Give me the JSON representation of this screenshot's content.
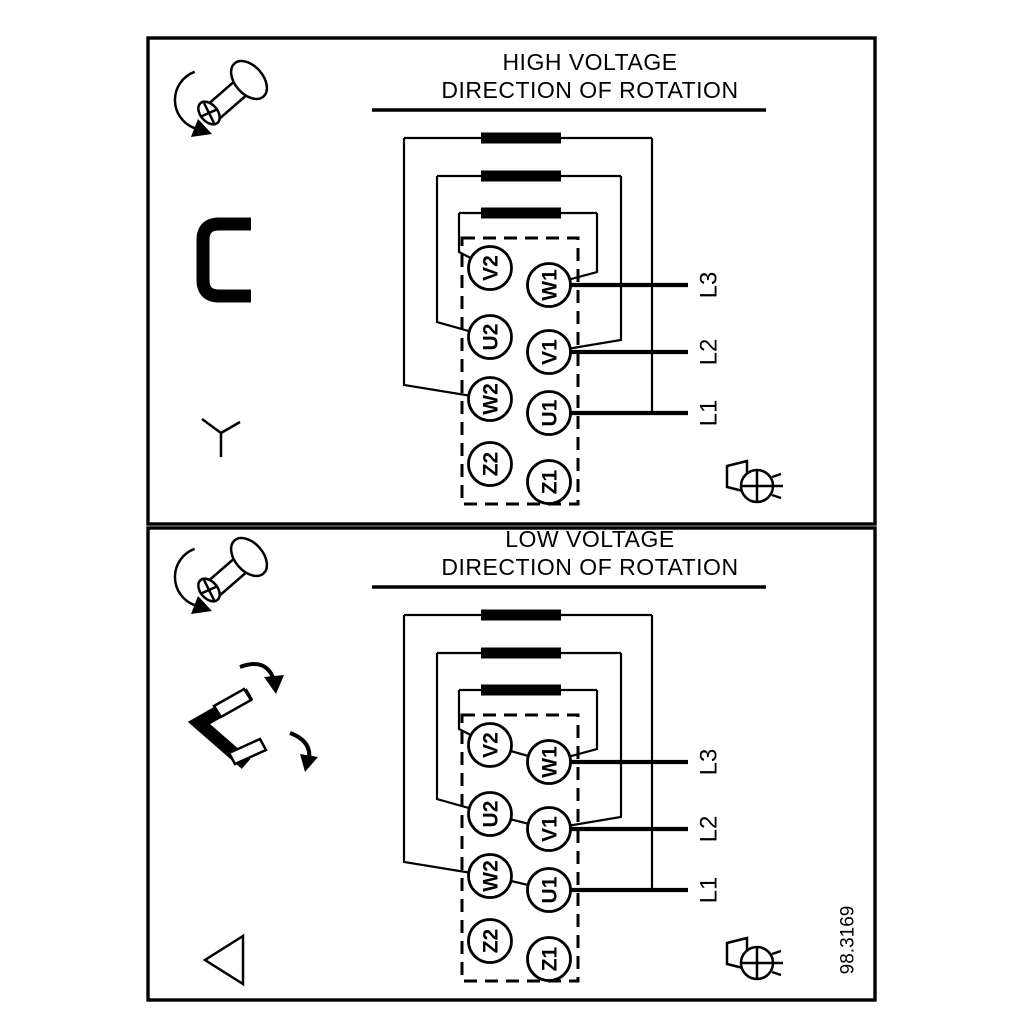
{
  "figure_code": "98.3169",
  "colors": {
    "ink": "#000000",
    "paper": "#ffffff"
  },
  "high_voltage": {
    "title_line1": "HIGH VOLTAGE",
    "title_line2": "DIRECTION OF ROTATION",
    "connection": "star",
    "terminals": {
      "left": [
        "V2",
        "U2",
        "W2",
        "Z2"
      ],
      "right": [
        "W1",
        "V1",
        "U1",
        "Z1"
      ]
    },
    "supply_lines": [
      "L3",
      "L2",
      "L1"
    ]
  },
  "low_voltage": {
    "title_line1": "LOW VOLTAGE",
    "title_line2": "DIRECTION OF ROTATION",
    "connection": "delta",
    "terminals": {
      "left": [
        "V2",
        "U2",
        "W2",
        "Z2"
      ],
      "right": [
        "W1",
        "V1",
        "U1",
        "Z1"
      ]
    },
    "supply_lines": [
      "L3",
      "L2",
      "L1"
    ]
  }
}
